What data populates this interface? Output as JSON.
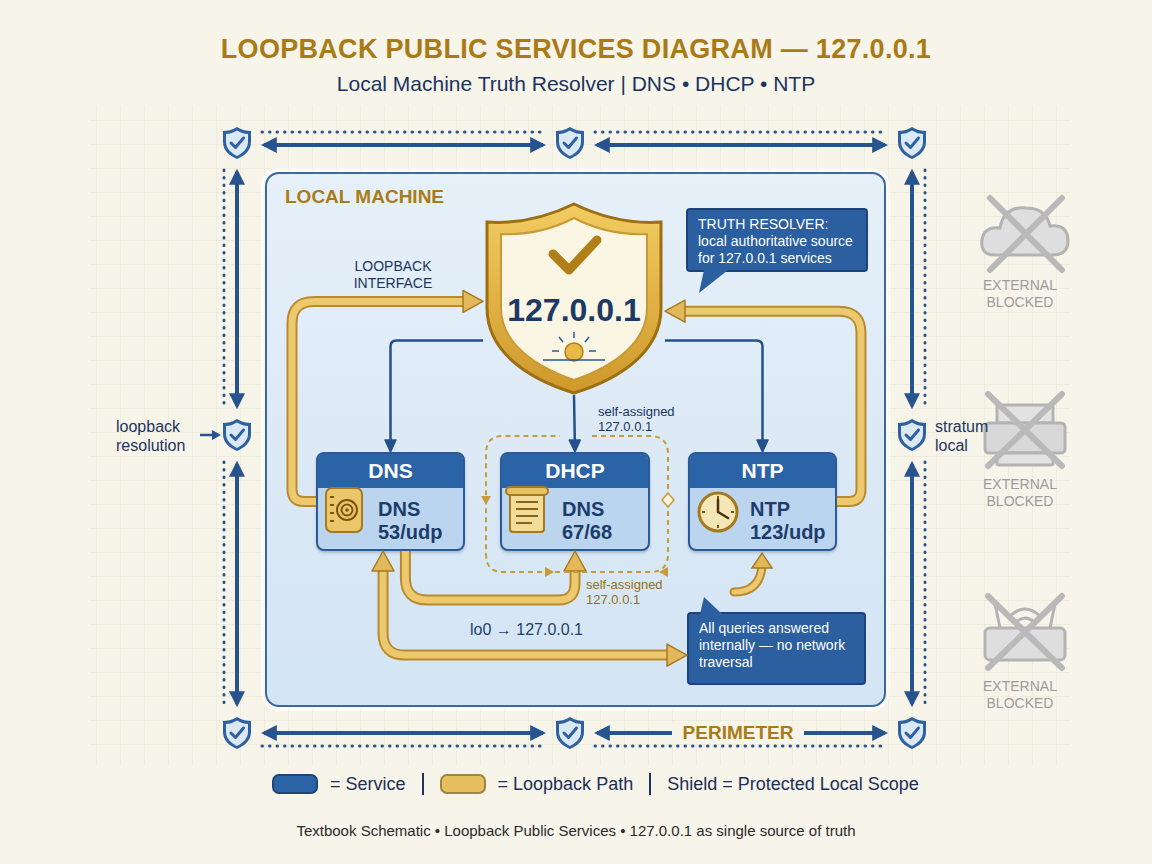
{
  "diagram": {
    "title": "LOOPBACK PUBLIC SERVICES DIAGRAM — 127.0.0.1",
    "caption": "Textbook Schematic • Loopback Public Services • 127.0.0.1 as single source of truth",
    "nodes": [
      {
        "text": [
          "LOCAL MACHINE"
        ]
      },
      {
        "text": [
          "127.0.0.1"
        ],
        "in": 0
      },
      {
        "text": [
          "TRUTH RESOLVER: local authoritative source for 127.0.0.1 services"
        ],
        "in": 0
      },
      {
        "text": [
          "DNS",
          "DNS 53/udp"
        ],
        "in": 0
      },
      {
        "text": [
          "DHCP",
          "DNS 67/68"
        ],
        "in": 0
      },
      {
        "text": [
          "NTP",
          "NTP 123/udp"
        ],
        "in": 0
      },
      {
        "text": [
          "All queries answered internally — no network traversal"
        ],
        "in": 0
      }
    ],
    "edges": [
      {
        "from": 1,
        "to": 3,
        "arrow": "to"
      },
      {
        "from": 1,
        "to": 4,
        "arrow": "to"
      },
      {
        "from": 1,
        "to": 5,
        "arrow": "to"
      },
      {
        "from": 3,
        "to": 1,
        "arrow": "to"
      },
      {
        "from": 5,
        "to": 1,
        "arrow": "to"
      },
      {
        "from": 3,
        "to": 4,
        "arrow": "to"
      },
      {
        "from": 3,
        "to": 6,
        "label": "lo0 → 127.0.0.1",
        "arrow": "both"
      }
    ],
    "labels": [
      "Local Machine Truth Resolver | DNS • DHCP • NTP",
      "LOOPBACK INTERFACE",
      "self-assigned 127.0.0.1",
      "self-assigned 127.0.0.1",
      "loopback resolution",
      "stratum local",
      "EXTERNAL BLOCKED",
      "EXTERNAL BLOCKED",
      "EXTERNAL BLOCKED",
      "PERIMETER"
    ],
    "legend": [
      {
        "text": "= Service",
        "color": "#2b64a6"
      },
      {
        "text": "= Loopback Path",
        "color": "#e6bf5e"
      },
      {
        "text": "Shield = Protected Local Scope"
      }
    ]
  }
}
